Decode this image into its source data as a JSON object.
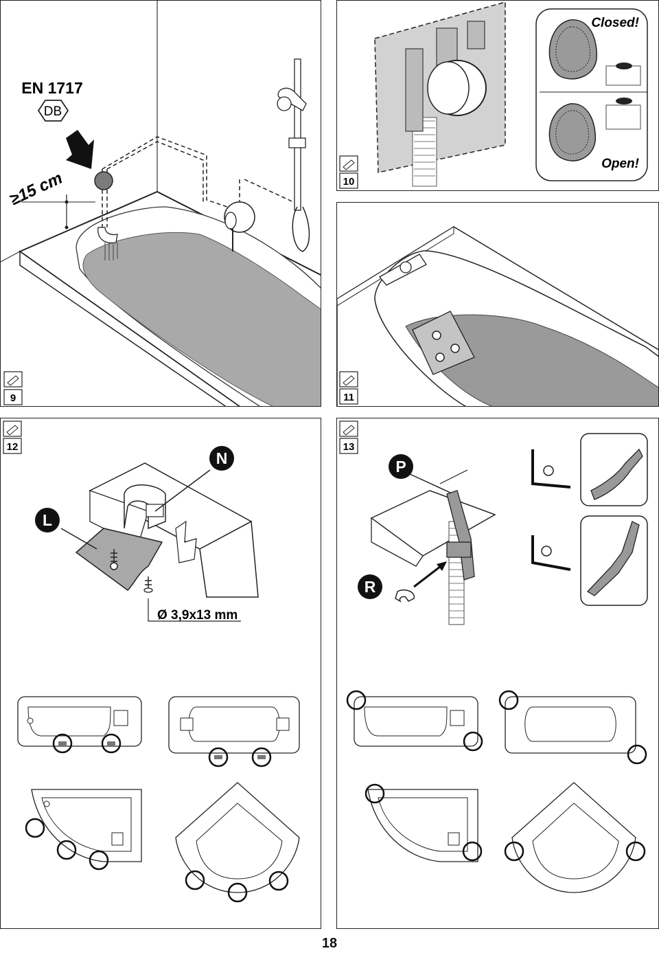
{
  "panel9": {
    "standard": "EN 1717",
    "mark": "DB",
    "height_note": "≥15 cm",
    "step": "9"
  },
  "panel10": {
    "step": "10",
    "closed_label": "Closed!",
    "open_label": "Open!"
  },
  "panel11": {
    "step": "11"
  },
  "panel12": {
    "step": "12",
    "callout_n": "N",
    "callout_l": "L",
    "screw_spec": "Ø 3,9x13 mm"
  },
  "panel13": {
    "step": "13",
    "callout_p": "P",
    "callout_r": "R"
  },
  "footer": {
    "page_number": "18"
  }
}
